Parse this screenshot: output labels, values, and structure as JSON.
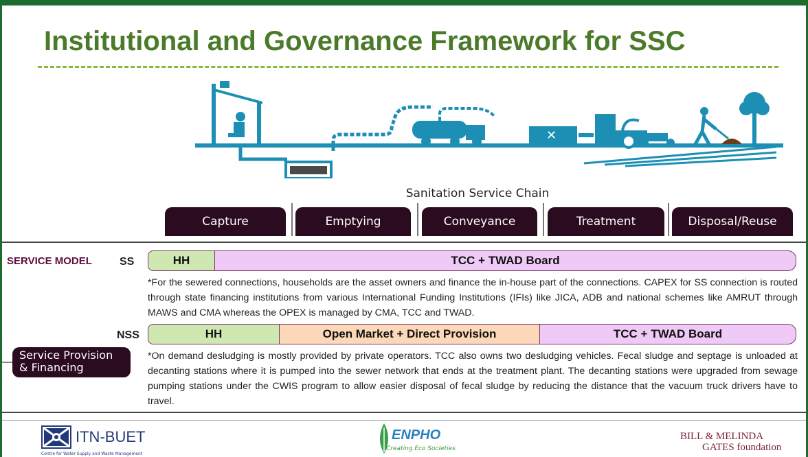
{
  "title": "Institutional and Governance Framework for SSC",
  "chain": {
    "label": "Sanitation Service Chain",
    "stages": [
      "Capture",
      "Emptying",
      "Conveyance",
      "Treatment",
      "Disposal/Reuse"
    ]
  },
  "service_model": {
    "label": "SERVICE MODEL",
    "ss": {
      "code": "SS",
      "bars": [
        "HH",
        "TCC + TWAD Board"
      ],
      "note": "*For the sewered connections, households are the asset owners and finance the in-house part of the connections. CAPEX for SS connection is routed through state financing institutions from various International Funding Institutions (IFIs) like JICA, ADB and national schemes like AMRUT through MAWS and CMA whereas the OPEX is managed by CMA, TCC and TWAD."
    },
    "nss": {
      "code": "NSS",
      "bars": [
        "HH",
        "Open Market + Direct Provision",
        "TCC + TWAD Board"
      ],
      "note": "*On demand desludging is mostly provided by private operators. TCC also owns two desludging vehicles. Fecal sludge and septage is unloaded at decanting stations where it is pumped into the sewer network that ends at the treatment plant. The decanting stations were upgraded from sewage pumping stations under the CWIS program to allow easier disposal of fecal sludge by reducing the distance that the vacuum truck drivers have to travel."
    },
    "service_provision": "Service Provision & Financing"
  },
  "footer": {
    "logo1": "ITN-BUET",
    "logo1_sub": "Centre for Water Supply and Waste Management",
    "logo2": "ENPHO",
    "logo2_sub": "Creating Eco Societies",
    "logo3_line1": "BILL & MELINDA",
    "logo3_line2": "GATES foundation"
  },
  "colors": {
    "title": "#4a7a2a",
    "stage_bg": "#2b0b1f",
    "hh": "#cfe7b0",
    "tcc": "#f0caf6",
    "open_market": "#fcd8b8",
    "illustration": "#1d8fb5"
  }
}
